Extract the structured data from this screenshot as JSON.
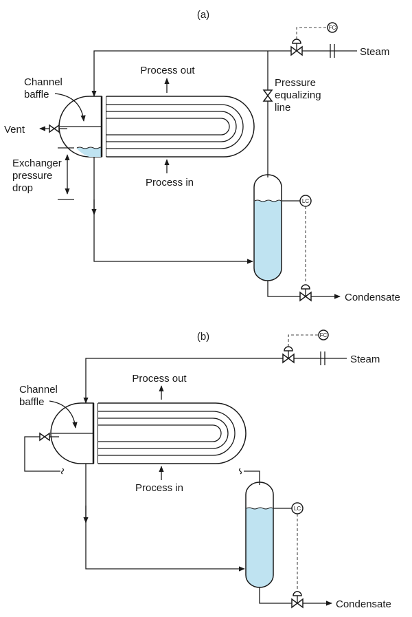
{
  "colors": {
    "line": "#1a1a1a",
    "liquid": "#bfe3f1",
    "signal": "#444444"
  },
  "icons": [
    "valve-icon",
    "control-valve-icon",
    "orifice-plate-icon",
    "flow-controller-icon",
    "level-controller-icon",
    "arrow-icon"
  ],
  "panel_a": {
    "label": "(a)",
    "steam": "Steam",
    "flow_controller": "FC",
    "process_out": "Process out",
    "process_in": "Process in",
    "channel_baffle": [
      "Channel",
      "baffle"
    ],
    "vent": "Vent",
    "exchanger_pressure_drop": [
      "Exchanger",
      "pressure",
      "drop"
    ],
    "pressure_equalizing_line": [
      "Pressure",
      "equalizing",
      "line"
    ],
    "level_controller": "LC",
    "condensate": "Condensate"
  },
  "panel_b": {
    "label": "(b)",
    "steam": "Steam",
    "flow_controller": "FC",
    "process_out": "Process out",
    "process_in": "Process in",
    "channel_baffle": [
      "Channel",
      "baffle"
    ],
    "level_controller": "LC",
    "condensate": "Condensate"
  }
}
